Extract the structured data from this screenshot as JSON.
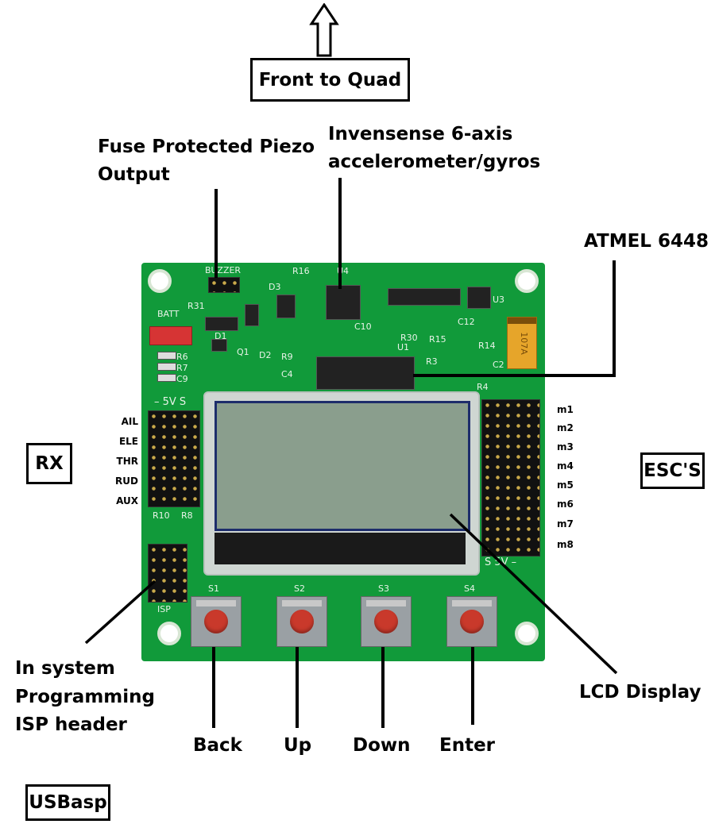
{
  "top_box": "Front to Quad",
  "callouts": {
    "piezo": [
      "Fuse Protected Piezo",
      "Output"
    ],
    "imu": [
      "Invensense 6-axis",
      "accelerometer/gyros"
    ],
    "mcu": "ATMEL 6448",
    "lcd": "LCD Display",
    "isp": [
      "In system",
      "Programming",
      "ISP header"
    ]
  },
  "boxes": {
    "rx": "RX",
    "esc": "ESC'S",
    "usbasp": "USBasp"
  },
  "buttons": [
    {
      "label": "Back",
      "silk": "S1"
    },
    {
      "label": "Up",
      "silk": "S2"
    },
    {
      "label": "Down",
      "silk": "S3"
    },
    {
      "label": "Enter",
      "silk": "S4"
    }
  ],
  "rx_pins": [
    "AIL",
    "ELE",
    "THR",
    "RUD",
    "AUX"
  ],
  "esc_pins": [
    "m1",
    "m2",
    "m3",
    "m4",
    "m5",
    "m6",
    "m7",
    "m8"
  ],
  "silkscreen": {
    "buzzer": "BUZZER",
    "batt": "BATT",
    "isp": "ISP",
    "power_left": "– 5V S",
    "power_right": "S 5V –",
    "u1": "U1",
    "u3": "U3",
    "u4": "U4",
    "r6": "R6",
    "r7": "R7",
    "c9": "C9",
    "r16": "R16",
    "r9": "R9",
    "r10": "R10",
    "r8": "R8",
    "r3": "R3",
    "r14": "R14",
    "r15": "R15",
    "r30": "R30",
    "c4": "C4",
    "c10": "C10",
    "c12": "C12",
    "c2": "C2",
    "d1": "D1",
    "d2": "D2",
    "d3": "D3",
    "q1": "Q1",
    "r4": "R4",
    "r31": "R31"
  },
  "tantalum": "107A"
}
